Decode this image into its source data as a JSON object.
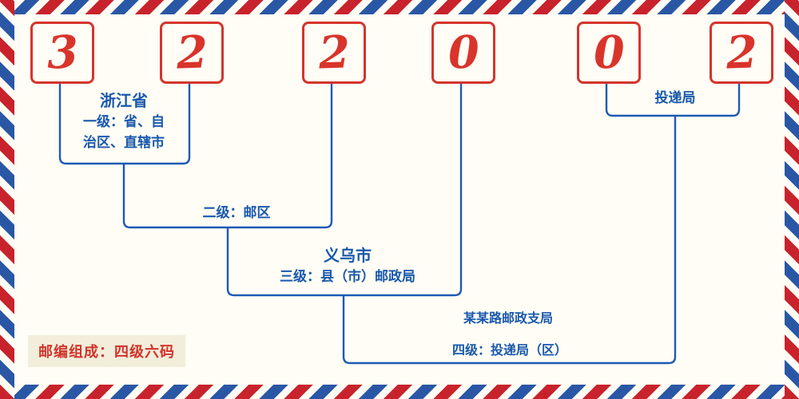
{
  "digits": [
    "3",
    "2",
    "2",
    "0",
    "0",
    "2"
  ],
  "labels": {
    "level1_region": "浙江省",
    "level1_desc_line1": "一级：省、自",
    "level1_desc_line2": "治区、直辖市",
    "level2_desc": "二级：邮区",
    "level3_city": "义乌市",
    "level3_desc": "三级：县（市）邮政局",
    "delivery_office": "投递局",
    "level4_branch": "某某路邮政支局",
    "level4_desc": "四级：投递局（区）",
    "footer_note": "邮编组成：四级六码"
  },
  "colors": {
    "digit_red": "#d9342b",
    "box_red": "#d4352c",
    "line_blue": "#1b5ab5",
    "text_blue": "#1858ac",
    "stripe_red": "#c8232c",
    "stripe_blue": "#2a57a5",
    "background": "#fffdf5",
    "footer_bg": "#f2eedb",
    "footer_red": "#d2332a"
  }
}
